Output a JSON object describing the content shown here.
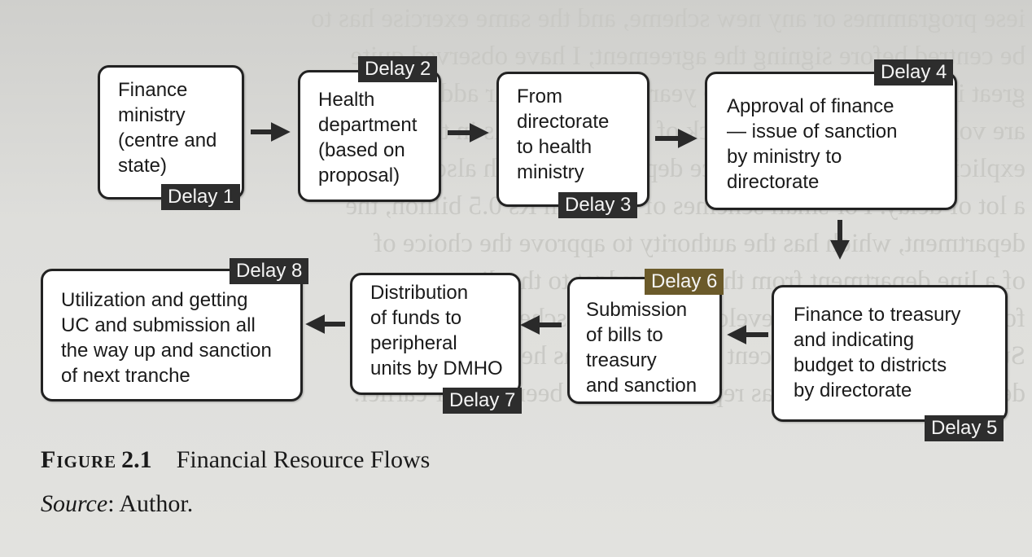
{
  "stages": [
    {
      "id": "s1",
      "text": "Finance\nministry\n(centre and\nstate)",
      "delay": "Delay 1",
      "delay_color": "#2d2d2d"
    },
    {
      "id": "s2",
      "text": "Health\ndepartment\n(based on\nproposal)",
      "delay": "Delay 2",
      "delay_color": "#2d2d2d"
    },
    {
      "id": "s3",
      "text": "From\ndirectorate\nto health\nministry",
      "delay": "Delay 3",
      "delay_color": "#2d2d2d"
    },
    {
      "id": "s4",
      "text": "Approval of finance\n— issue of sanction\nby ministry to\ndirectorate",
      "delay": "Delay 4",
      "delay_color": "#2d2d2d"
    },
    {
      "id": "s5",
      "text": "Finance to treasury\nand indicating\nbudget to districts\nby directorate",
      "delay": "Delay 5",
      "delay_color": "#2d2d2d"
    },
    {
      "id": "s6",
      "text": "Submission\nof bills to\ntreasury\nand sanction",
      "delay": "Delay 6",
      "delay_color": "#6b5a2a"
    },
    {
      "id": "s7",
      "text": "Distribution\nof funds to\nperipheral\nunits by DMHO",
      "delay": "Delay 7",
      "delay_color": "#2d2d2d"
    },
    {
      "id": "s8",
      "text": "Utilization and getting\nUC and submission all\nthe way up and sanction\nof next tranche",
      "delay": "Delay 8",
      "delay_color": "#2d2d2d"
    }
  ],
  "figure": {
    "label": "Figure",
    "number": "2.1",
    "title": "Financial Resource Flows"
  },
  "source": {
    "label": "Source",
    "text": ": Author."
  }
}
